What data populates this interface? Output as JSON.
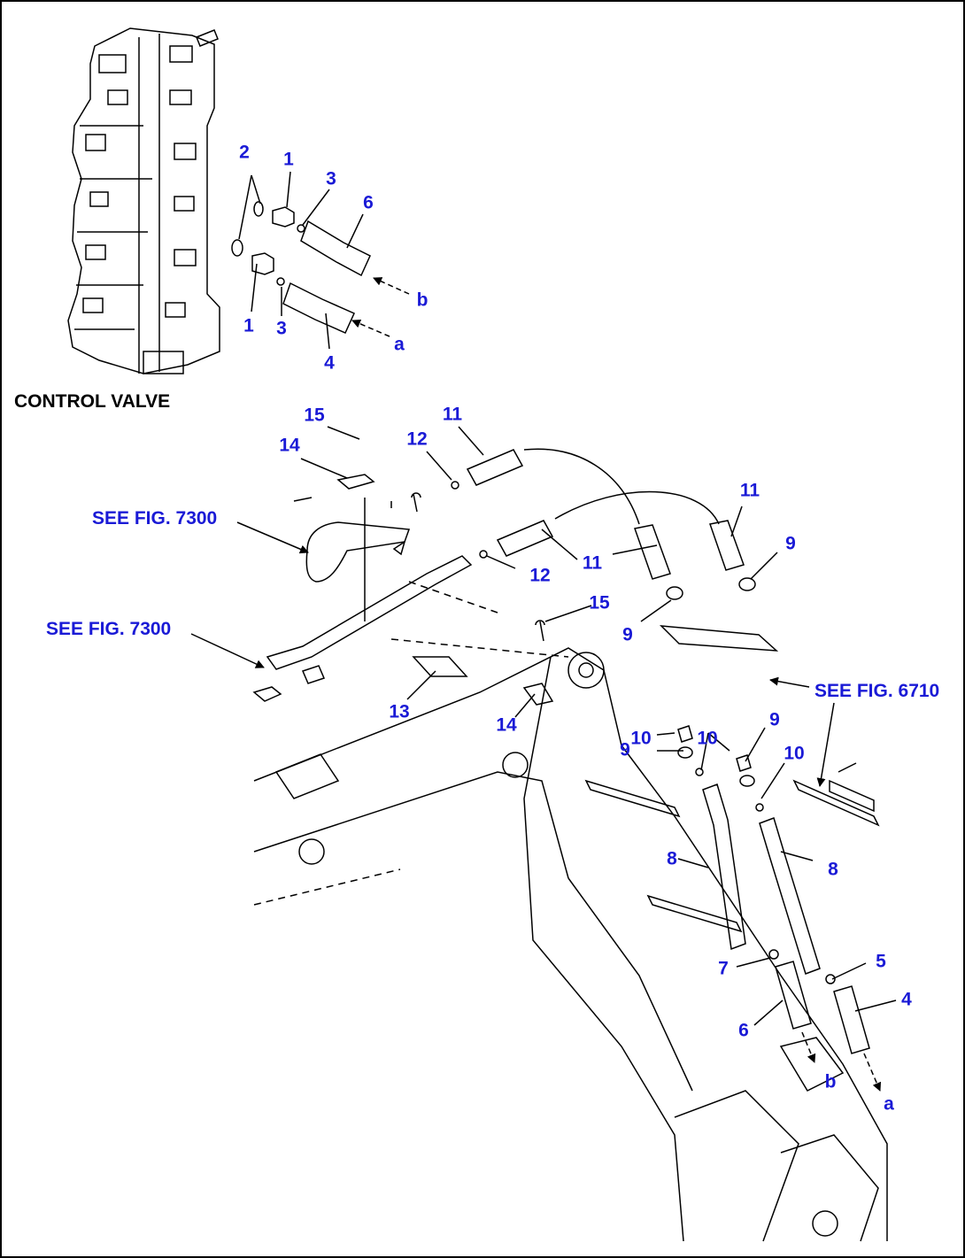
{
  "title": "CONTROL VALVE",
  "see_refs": {
    "fig7300_upper": "SEE FIG. 7300",
    "fig7300_lower": "SEE FIG. 7300",
    "fig6710": "SEE FIG. 6710"
  },
  "port_labels": {
    "b_top": "b",
    "a_top": "a",
    "b_bottom": "b",
    "a_bottom": "a"
  },
  "part_numbers": {
    "p2": "2",
    "p1_top": "1",
    "p3_top": "3",
    "p6_top": "6",
    "p1_bottom": "1",
    "p3_bottom": "3",
    "p4_top": "4",
    "p15_top": "15",
    "p14_top": "14",
    "p12_top": "12",
    "p11_top": "11",
    "p11_mid": "11",
    "p12_mid": "12",
    "p11_right": "11",
    "p9_right": "9",
    "p9_mid": "9",
    "p15_mid": "15",
    "p13": "13",
    "p14_mid": "14",
    "p10_left": "10",
    "p10_mid": "10",
    "p9_low_right": "9",
    "p9_low_left": "9",
    "p10_right": "10",
    "p8_left": "8",
    "p8_right": "8",
    "p7": "7",
    "p5": "5",
    "p4_bottom": "4",
    "p6_bottom": "6"
  },
  "colors": {
    "label": "#1a1ad6",
    "line": "#000000"
  }
}
